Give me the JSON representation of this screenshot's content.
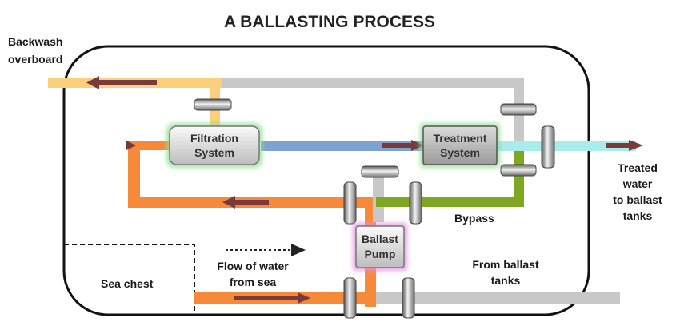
{
  "title": "A BALLASTING PROCESS",
  "labels": {
    "backwash_line1": "Backwash",
    "backwash_line2": "overboard",
    "treated_line1": "Treated",
    "treated_line2": "water",
    "treated_line3": "to ballast",
    "treated_line4": "tanks",
    "bypass": "Bypass",
    "flow_line1": "Flow of water",
    "flow_line2": "from sea",
    "from_ballast_line1": "From ballast",
    "from_ballast_line2": "tanks",
    "sea_chest": "Sea chest"
  },
  "components": {
    "filtration_line1": "Filtration",
    "filtration_line2": "System",
    "treatment_line1": "Treatment",
    "treatment_line2": "System",
    "pump_line1": "Ballast",
    "pump_line2": "Pump"
  },
  "colors": {
    "backwash_pipe": "#fbcf7b",
    "raw_water_pipe": "#f7893a",
    "filtered_pipe": "#7ea2d1",
    "treated_pipe": "#a8ecec",
    "bypass_pipe": "#7ea822",
    "ballast_tank_pipe": "#c8c8c8",
    "arrow": "#7a3a3a",
    "filtration_glow": "#8fe08f",
    "treatment_glow": "#8fe08f",
    "pump_glow": "#e58fe0"
  }
}
